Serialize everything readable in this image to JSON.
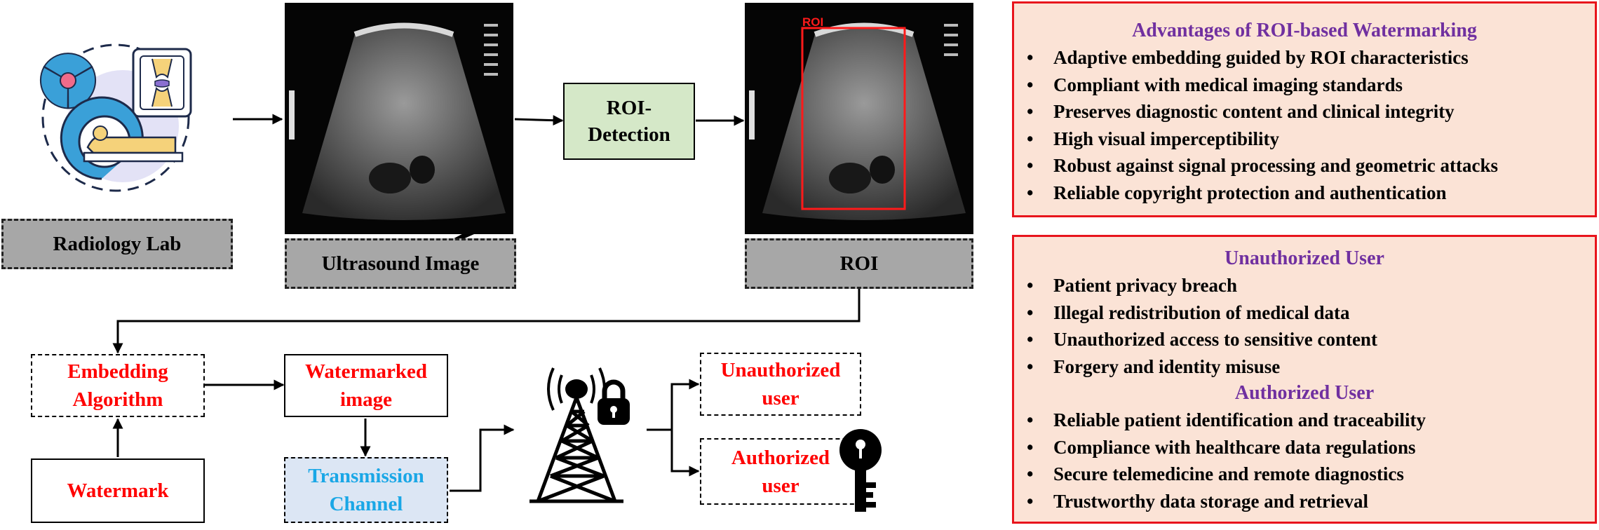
{
  "nodes": {
    "radiology_lab": "Radiology Lab",
    "ultrasound_image": "Ultrasound Image",
    "roi_detection": "ROI-\nDetection",
    "roi": "ROI",
    "roi_overlay_label": "ROI",
    "embedding_algorithm": "Embedding\nAlgorithm",
    "watermarked_image": "Watermarked\nimage",
    "watermark": "Watermark",
    "transmission_channel": "Transmission\nChannel",
    "unauthorized_user_node": "Unauthorized\nuser",
    "authorized_user_node": "Authorized\nuser"
  },
  "advantages": {
    "title": "Advantages of ROI-based Watermarking",
    "items": [
      "Adaptive embedding guided by ROI characteristics",
      "Compliant with medical imaging standards",
      "Preserves diagnostic content and clinical integrity",
      "High visual imperceptibility",
      "Robust against signal processing and geometric attacks",
      "Reliable copyright protection and authentication"
    ]
  },
  "users": {
    "unauthorized_title": "Unauthorized User",
    "unauthorized_items": [
      "Patient privacy breach",
      "Illegal redistribution of medical data",
      "Unauthorized access to sensitive content",
      "Forgery and identity misuse"
    ],
    "authorized_title": "Authorized User",
    "authorized_items": [
      "Reliable patient identification and traceability",
      "Compliance with healthcare data regulations",
      "Secure telemedicine and remote diagnostics",
      "Trustworthy data storage and retrieval"
    ]
  },
  "colors": {
    "red_text": "#ff0000",
    "purple_title": "#7030a0",
    "cyan_text": "#1aa7e6",
    "green_box": "#d5e8c8",
    "blue_box": "#dce6f4",
    "panel_fill": "#fbe3d6",
    "panel_border": "#e8141c",
    "gray_label": "#a7a7a7"
  },
  "icons": [
    "radiology-lab-icon",
    "ultrasound-image",
    "roi-image",
    "antenna-tower-icon",
    "padlock-icon",
    "key-icon",
    "lightning-icon"
  ]
}
